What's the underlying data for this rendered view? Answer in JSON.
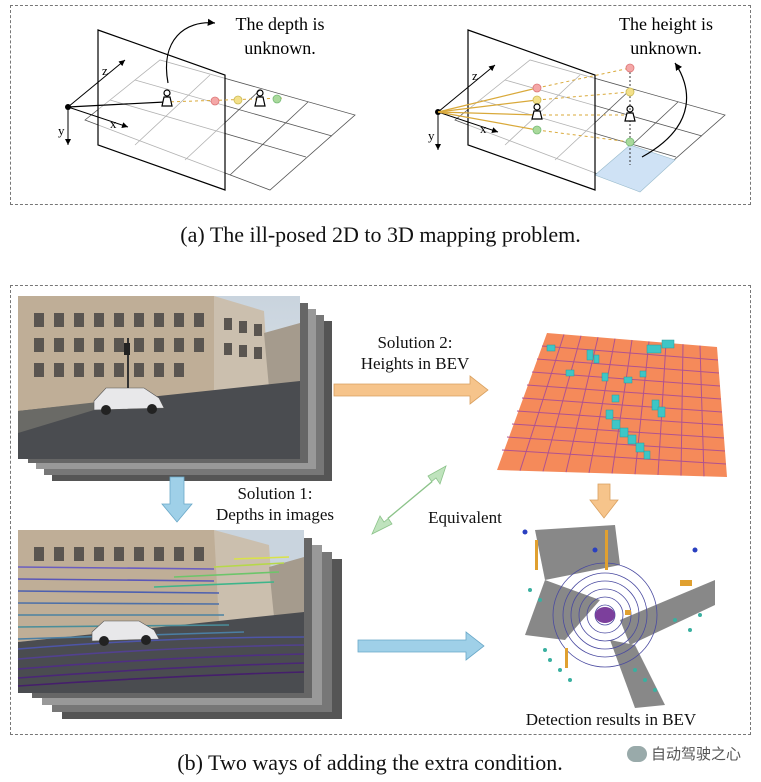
{
  "panel_a": {
    "depth_label_line1": "The depth is",
    "depth_label_line2": "unknown.",
    "height_label_line1": "The height is",
    "height_label_line2": "unknown.",
    "axis_z": "z",
    "axis_x": "x",
    "axis_y": "y",
    "caption": "(a) The ill-posed 2D to 3D mapping problem."
  },
  "panel_b": {
    "solution2_line1": "Solution 2:",
    "solution2_line2": "Heights in BEV",
    "solution1_line1": "Solution 1:",
    "solution1_line2": "Depths in images",
    "equivalent": "Equivalent",
    "detection": "Detection results in BEV",
    "caption": "(b) Two ways of adding the extra condition."
  },
  "watermark": {
    "text": "自动驾驶之心"
  },
  "colors": {
    "orange_arrow": "#f6c48b",
    "blue_arrow": "#9fd0e8",
    "green_arrow": "#bfe3bd",
    "bev_grid": "#f58a5a",
    "bev_lines": "#b0528f",
    "bev_cubes": "#3ec6c6",
    "point_red": "#f4a7a7",
    "point_yellow": "#f3e08a",
    "point_green": "#a9d99b",
    "ray": "#d9a93a"
  }
}
